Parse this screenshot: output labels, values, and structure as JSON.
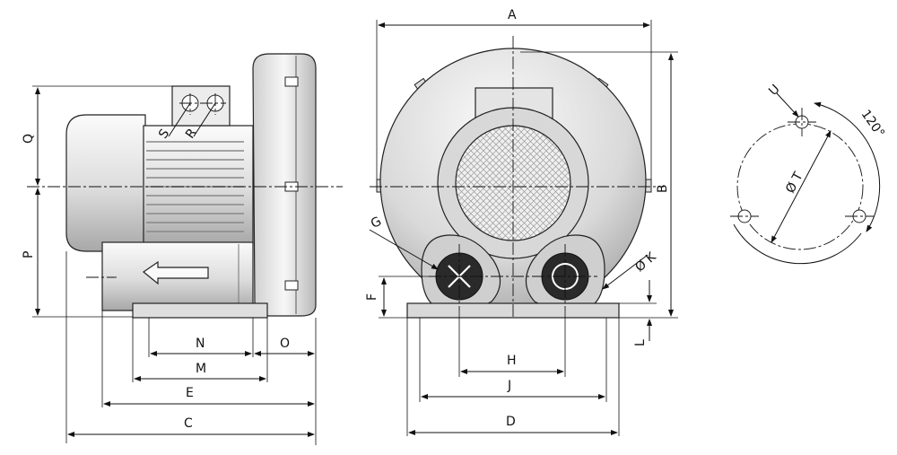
{
  "labels": {
    "A": "A",
    "B": "B",
    "C": "C",
    "D": "D",
    "E": "E",
    "F": "F",
    "G": "G",
    "H": "H",
    "J": "J",
    "K": "Ø K",
    "L": "L",
    "M": "M",
    "N": "N",
    "O": "O",
    "P": "P",
    "Q": "Q",
    "R": "R",
    "S": "S",
    "T": "Ø T",
    "U": "U",
    "angle": "120°"
  },
  "colors": {
    "line": "#111111",
    "body_light": "#f2f2f2",
    "body_mid": "#d6d6d6",
    "body_dark": "#9a9a9a",
    "port": "#2a2a2a"
  }
}
